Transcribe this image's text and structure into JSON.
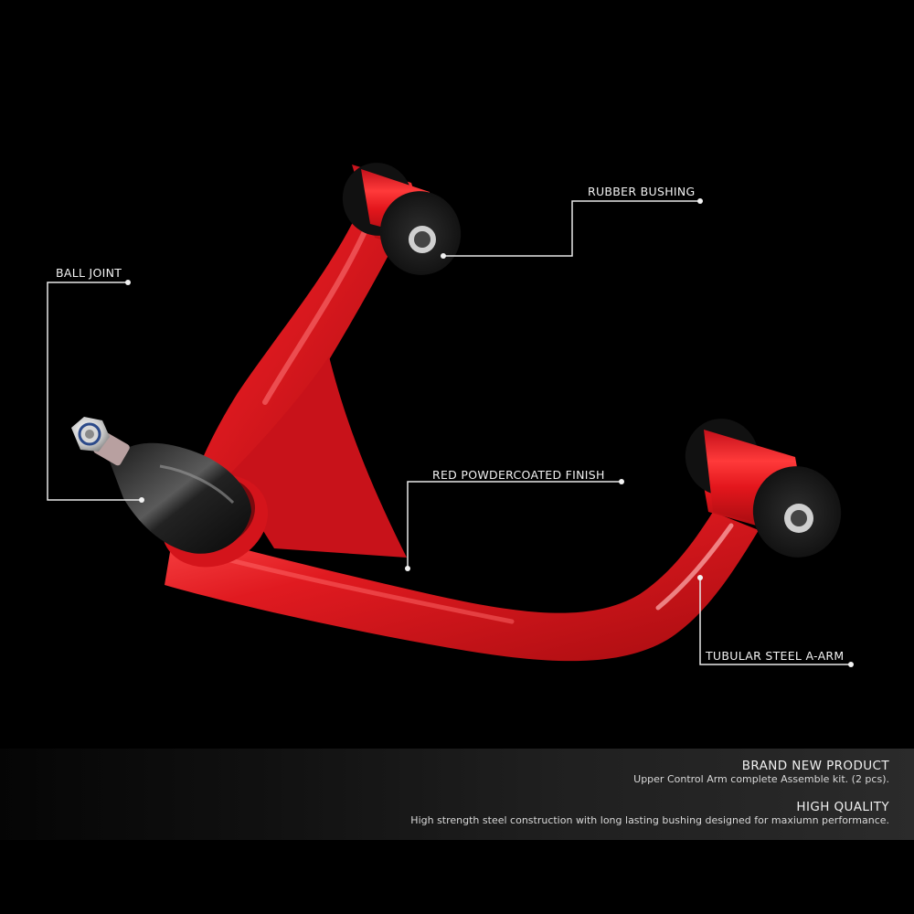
{
  "callouts": [
    {
      "id": "rubber-bushing",
      "label": "RUBBER BUSHING"
    },
    {
      "id": "ball-joint",
      "label": "BALL JOINT"
    },
    {
      "id": "red-powdercoated-finish",
      "label": "RED POWDERCOATED FINISH"
    },
    {
      "id": "tubular-steel-a-arm",
      "label": "TUBULAR STEEL A-ARM"
    }
  ],
  "info": [
    {
      "title": "BRAND NEW PRODUCT",
      "description": "Upper Control Arm complete Assemble kit. (2 pcs)."
    },
    {
      "title": "HIGH QUALITY",
      "description": "High strength steel construction with long lasting bushing designed for maxiumn performance."
    }
  ],
  "colors": {
    "background": "#000000",
    "arm_red": "#d9151b",
    "arm_highlight": "#ff5a5a",
    "bushing_black": "#151515",
    "callout_line": "#e8e8e8",
    "info_bar_right": "#2b2b2b"
  }
}
